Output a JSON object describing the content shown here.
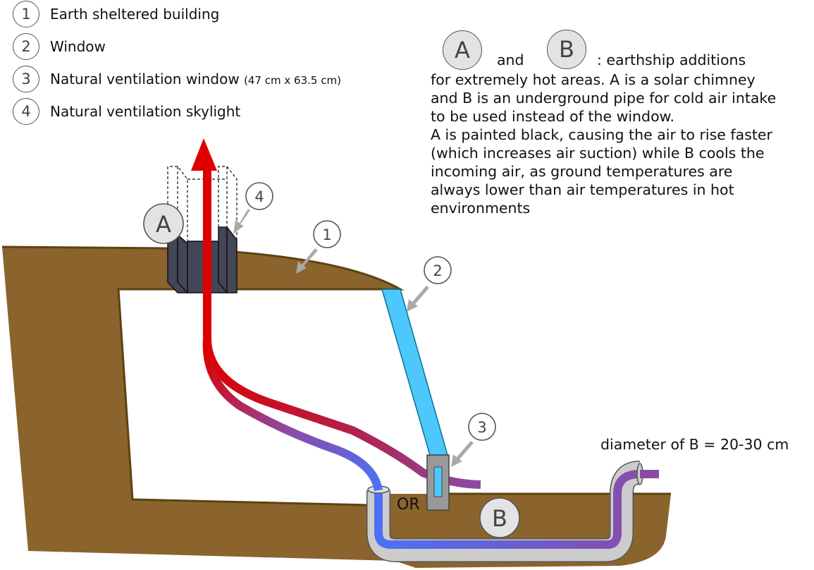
{
  "legend": [
    {
      "num": "1",
      "label": "Earth sheltered building",
      "note": ""
    },
    {
      "num": "2",
      "label": "Window",
      "note": ""
    },
    {
      "num": "3",
      "label": "Natural ventilation window",
      "note": "(47 cm x 63.5 cm)"
    },
    {
      "num": "4",
      "label": "Natural ventilation skylight",
      "note": ""
    }
  ],
  "additions": {
    "badge_a": "A",
    "and_word": "and",
    "badge_b": "B",
    "intro": ": earthship additions",
    "body": "for extremely hot areas. A is a solar chimney\nand B is an underground pipe for cold air intake\nto be used instead of the window.\nA is painted black, causing the air to rise faster\n(which increases air suction) while B cools the\nincoming air, as ground temperatures are\nalways lower than air temperatures in hot\nenvironments"
  },
  "diagram": {
    "callout_1": "1",
    "callout_2": "2",
    "callout_3": "3",
    "callout_4": "4",
    "label_a": "A",
    "label_b": "B",
    "or_label": "OR",
    "diameter_note": "diameter of B = 20-30 cm"
  },
  "colors": {
    "earth": "#8b632c",
    "earth_outline": "#5c4310",
    "chimney": "#434656",
    "window_glass": "#4dc8fd",
    "vent_frame": "#999999",
    "hot_air": "#dd0000",
    "cool_air": "#4a72f7",
    "mixed_air": "#8c4aa5",
    "pipe": "#cccccc",
    "callout_arrow": "#a9a9a9",
    "badge_fill": "#e3e3e3"
  }
}
